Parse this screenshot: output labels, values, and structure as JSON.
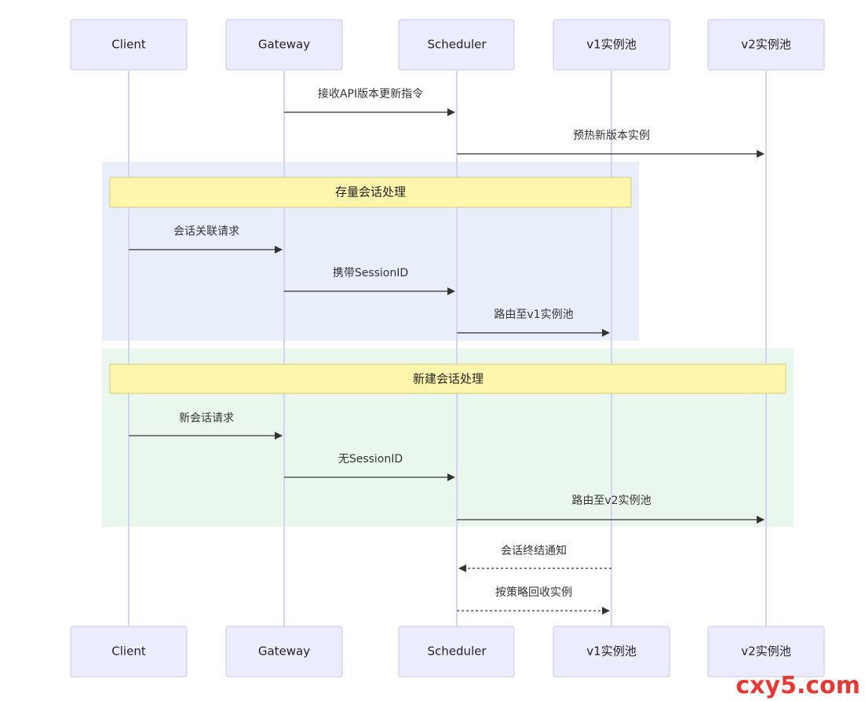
{
  "participants": [
    {
      "id": "client",
      "label": "Client"
    },
    {
      "id": "gateway",
      "label": "Gateway"
    },
    {
      "id": "scheduler",
      "label": "Scheduler"
    },
    {
      "id": "v1",
      "label": "v1实例池"
    },
    {
      "id": "v2",
      "label": "v2实例池"
    }
  ],
  "groups": [
    {
      "note": "存量会话处理",
      "color": "blue"
    },
    {
      "note": "新建会话处理",
      "color": "green"
    }
  ],
  "messages": [
    {
      "from": "gateway",
      "to": "scheduler",
      "label": "接收API版本更新指令",
      "dashed": false
    },
    {
      "from": "scheduler",
      "to": "v2",
      "label": "预热新版本实例",
      "dashed": false
    },
    {
      "from": "client",
      "to": "gateway",
      "label": "会话关联请求",
      "dashed": false
    },
    {
      "from": "gateway",
      "to": "scheduler",
      "label": "携带SessionID",
      "dashed": false
    },
    {
      "from": "scheduler",
      "to": "v1",
      "label": "路由至v1实例池",
      "dashed": false
    },
    {
      "from": "client",
      "to": "gateway",
      "label": "新会话请求",
      "dashed": false
    },
    {
      "from": "gateway",
      "to": "scheduler",
      "label": "无SessionID",
      "dashed": false
    },
    {
      "from": "scheduler",
      "to": "v2",
      "label": "路由至v2实例池",
      "dashed": false
    },
    {
      "from": "v1",
      "to": "scheduler",
      "label": "会话终结通知",
      "dashed": true
    },
    {
      "from": "scheduler",
      "to": "v1",
      "label": "按策略回收实例",
      "dashed": true
    }
  ],
  "watermark": "cxy5.com"
}
